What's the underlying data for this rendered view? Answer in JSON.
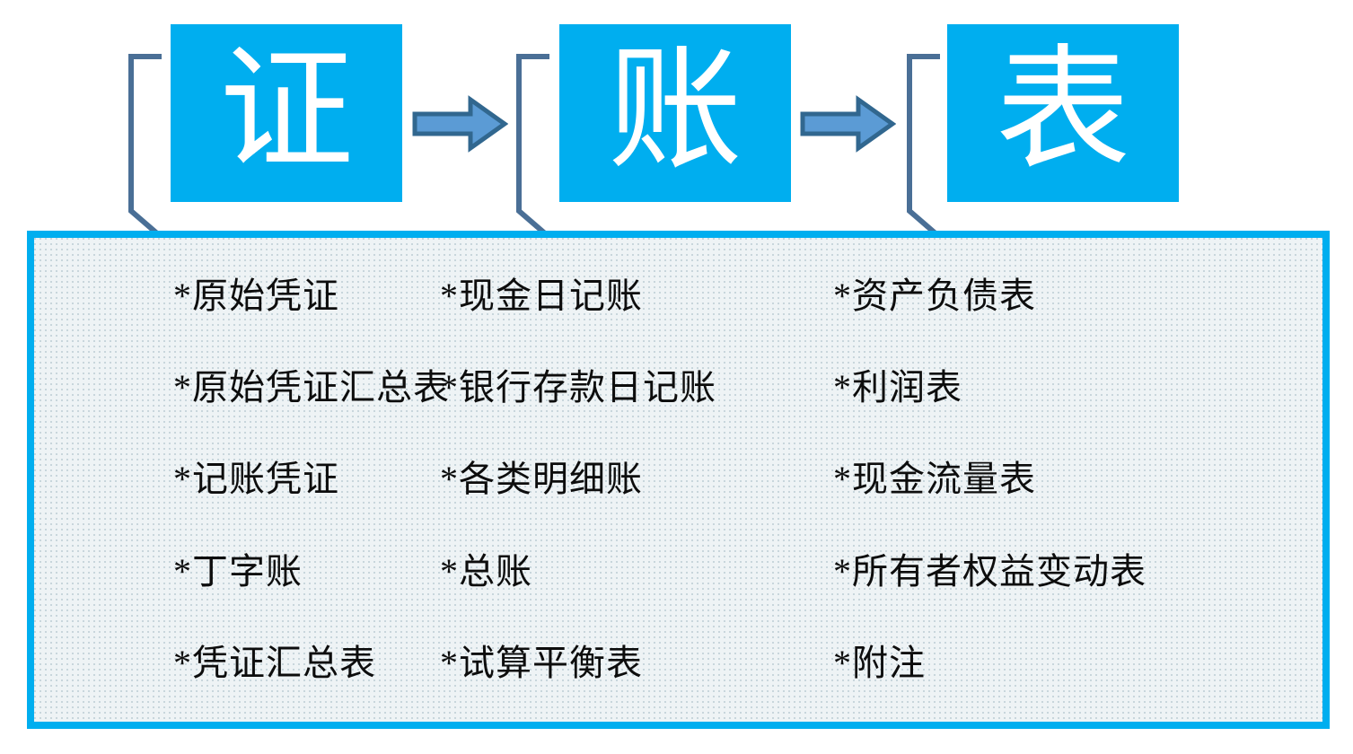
{
  "colors": {
    "box_fill": "#00AEEF",
    "panel_border": "#00AEEF",
    "panel_fill": "#EEF3F5",
    "bracket": "#4A6F96",
    "arrow_fill": "#5B9BD5",
    "arrow_stroke": "#31678F",
    "box_text": "#FFFFFF",
    "entry_text": "#0D0D0D"
  },
  "flow": {
    "stages": [
      {
        "glyph": "证",
        "name": "voucher"
      },
      {
        "glyph": "账",
        "name": "ledger"
      },
      {
        "glyph": "表",
        "name": "statement"
      }
    ],
    "arrows": [
      {
        "name": "arrow-voucher-to-ledger",
        "glyph": "→"
      },
      {
        "name": "arrow-ledger-to-statement",
        "glyph": "→"
      }
    ]
  },
  "panel": {
    "columns": [
      {
        "name": "column-voucher",
        "items": [
          "*原始凭证",
          "*原始凭证汇总表",
          "*记账凭证",
          "*丁字账",
          "*凭证汇总表"
        ]
      },
      {
        "name": "column-ledger",
        "items": [
          "*现金日记账",
          "*银行存款日记账",
          "*各类明细账",
          "*总账",
          "*试算平衡表"
        ]
      },
      {
        "name": "column-statement",
        "items": [
          "*资产负债表",
          "*利润表",
          "*现金流量表",
          "*所有者权益变动表",
          "*附注"
        ]
      }
    ]
  }
}
